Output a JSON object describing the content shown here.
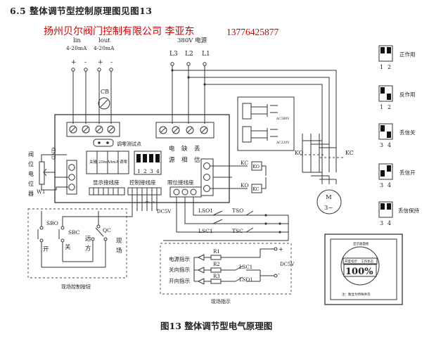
{
  "heading": "6.5 整体调节型控制原理图见图13",
  "company": "扬州贝尔阀门控制有限公司  李亚东",
  "phone": "13776425877",
  "caption": "图13  整体调节型电气原理图",
  "inputs": {
    "lin": "lin",
    "lout": "lout",
    "lin_range": "4-20mA",
    "lout_range": "4-20mA",
    "plus": "+",
    "minus": "-"
  },
  "power": {
    "title": "380V 电源",
    "phases": [
      "L3",
      "L2",
      "L1"
    ]
  },
  "cb": "CB",
  "zero_test": "调零测试点",
  "gnd": "GND",
  "potentiometer": [
    "阀",
    "位",
    "电",
    "位",
    "器"
  ],
  "w1": "W1",
  "mini_labels": [
    "关输",
    "20mA",
    "4mA",
    "调零"
  ],
  "dip_numbers": [
    "1",
    "2",
    "3",
    "4"
  ],
  "block_labels": [
    "电",
    "缺",
    "丢",
    "源",
    "相",
    "信"
  ],
  "display_terminal": "显示接线座",
  "control_terminal": "控制接线座",
  "limit_terminal": "限位接线座",
  "dc5v": "DC5V",
  "kc": "KC",
  "ko": "KO",
  "lso1": "LSO1",
  "lsc1": "LSC1",
  "tso": "TSO",
  "tsc": "TSC",
  "relay_tags": [
    "AC380V",
    "AC220V"
  ],
  "motor": {
    "letter": "M",
    "type": "3~"
  },
  "buttons": {
    "sbo": "SBO",
    "sbc": "SBC",
    "qc": "QC",
    "open": "开",
    "close": "关",
    "remote": [
      "远",
      "方"
    ],
    "local": [
      "现",
      "场"
    ],
    "box_title": "现场控制按钮"
  },
  "indicator": {
    "rows": [
      "电源指示",
      "关向指示",
      "开向指示"
    ],
    "resistors": [
      "R1",
      "R2",
      "R3"
    ],
    "lsc1": "LSC1",
    "lso1": "LSO1",
    "dc5v": "DC5V",
    "box_title": "现场指示"
  },
  "modes": [
    {
      "label": "正作用",
      "nums": [
        "1",
        "2"
      ]
    },
    {
      "label": "反作用",
      "nums": [
        "1",
        "2"
      ]
    },
    {
      "label": "丢信关",
      "nums": [
        "3",
        "4"
      ]
    },
    {
      "label": "丢信开",
      "nums": [
        "3",
        "4"
      ]
    },
    {
      "label": "丢信保持",
      "nums": [
        "3",
        "4"
      ]
    }
  ],
  "display_panel": {
    "value": "100%",
    "top_tag": "显示器面板",
    "left_tag": "开度指示",
    "right_tag": "工作状态",
    "note": "注：数显为特殊供货"
  }
}
